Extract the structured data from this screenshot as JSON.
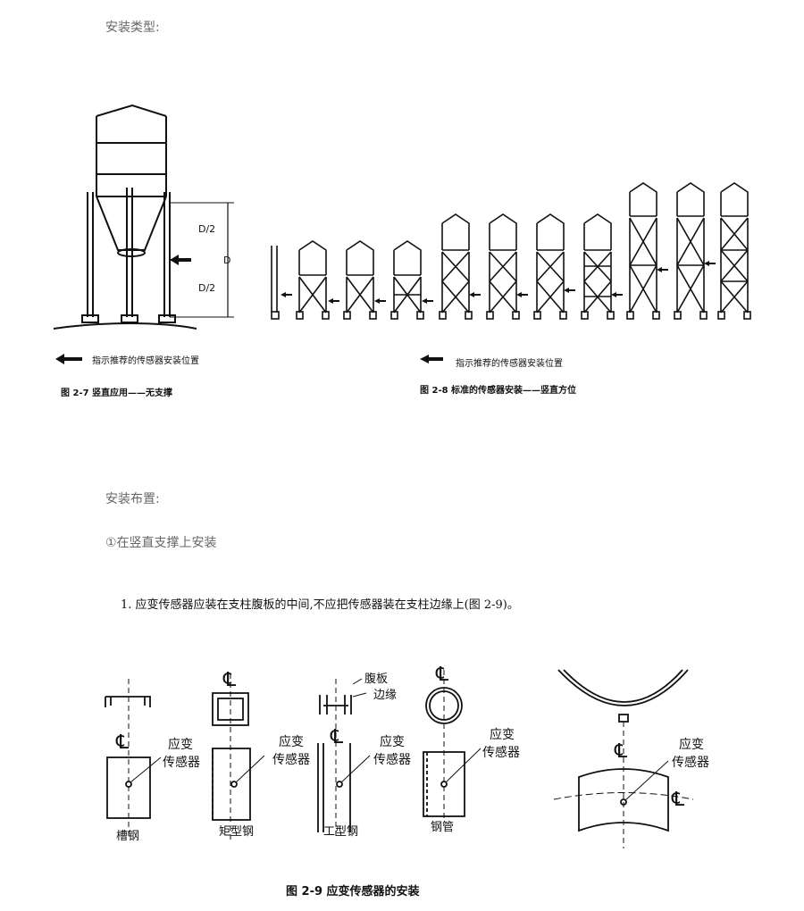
{
  "headings": {
    "install_type": "安装类型:",
    "install_layout": "安装布置:",
    "sub_item": "①在竖直支撑上安装"
  },
  "fig27": {
    "dim_half_top": "D/2",
    "dim_full": "D",
    "dim_half_bottom": "D/2",
    "legend": "指示推荐的传感器安装位置",
    "caption": "图 2-7  竖直应用——无支撑"
  },
  "fig28": {
    "legend": "指示推荐的传感器安装位置",
    "caption": "图 2-8   标准的传感器安装——竖直方位"
  },
  "note": "1.   应变传感器应装在支柱腹板的中间,不应把传感器装在支柱边缘上(图 2-9)。",
  "fig29": {
    "strain_label": "应变\n传感器",
    "centerline": "℄",
    "web_label": "腹板",
    "edge_label": "边缘",
    "channel": "槽钢",
    "rect_tube": "矩型钢",
    "i_beam": "工型钢",
    "pipe": "钢管",
    "caption": "图 2-9  应变传感器的安装"
  }
}
